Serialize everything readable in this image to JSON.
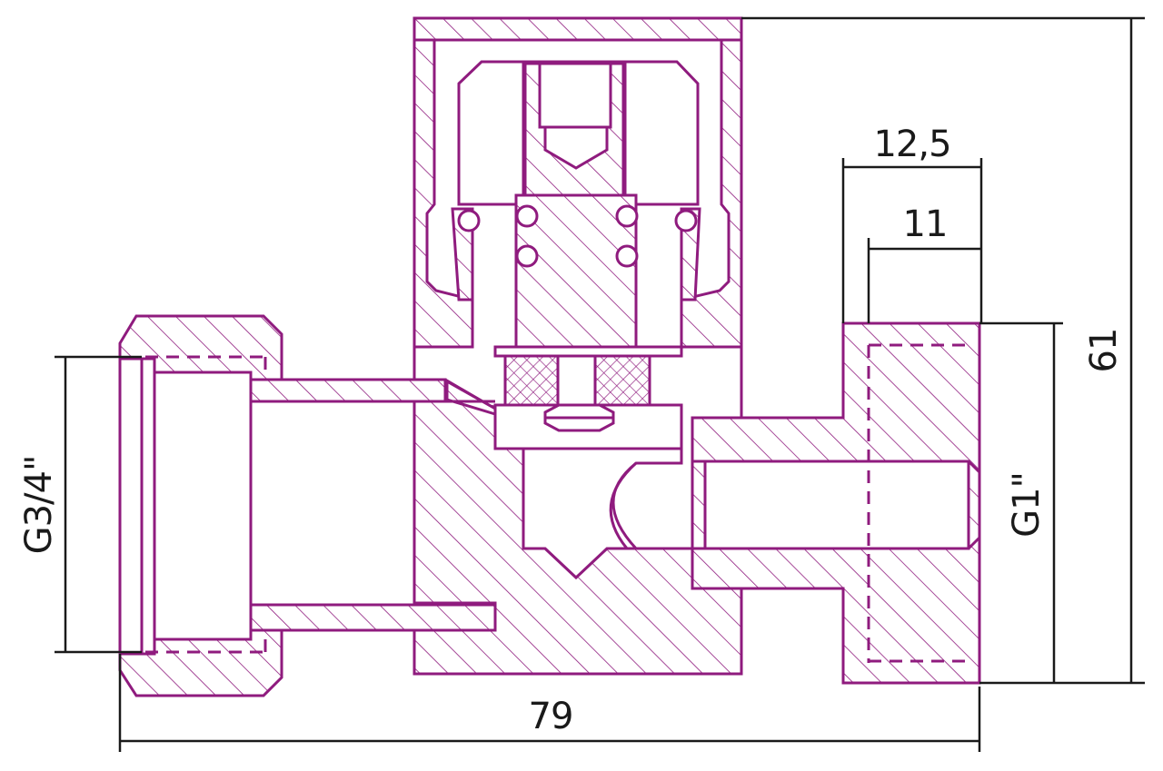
{
  "colors": {
    "part_outline": "#8f1b7e",
    "dimension_lines": "#1a1a1a",
    "background": "#ffffff"
  },
  "dimensions": {
    "overall_length": "79",
    "overall_height": "61",
    "outlet_length": "12,5",
    "outlet_thread_length": "11",
    "inlet_thread": "G3/4\"",
    "outlet_thread": "G1\""
  }
}
